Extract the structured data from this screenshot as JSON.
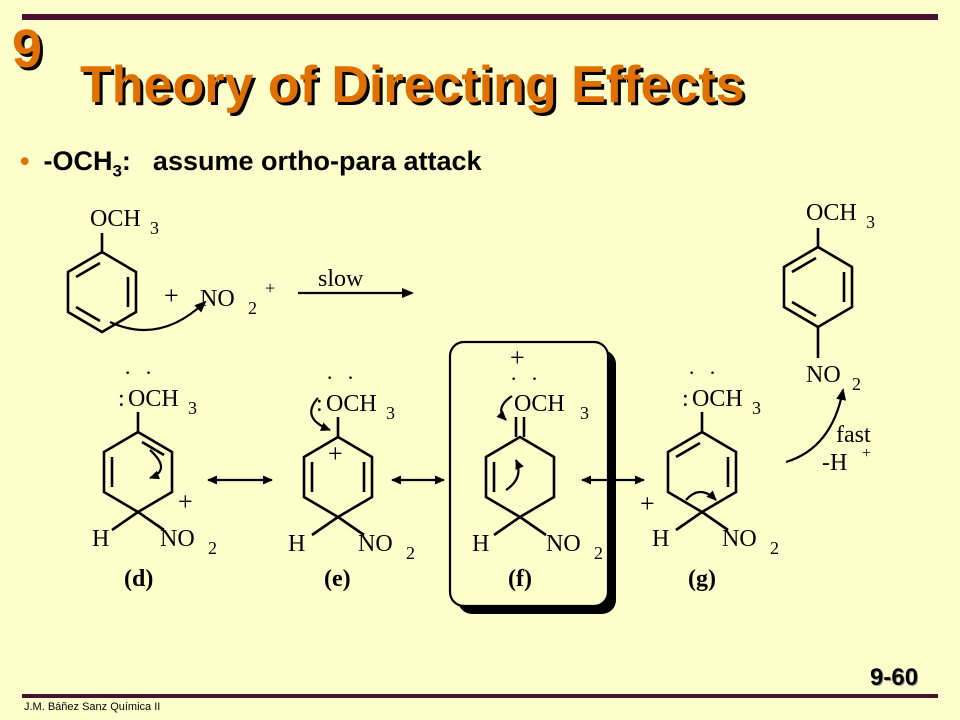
{
  "header": {
    "chapter": "9",
    "title": "Theory of Directing Effects"
  },
  "bullet": {
    "group": "-OCH",
    "group_sub": "3",
    "colon": ":",
    "text": "assume ortho-para attack"
  },
  "reaction": {
    "substituent": "OCH",
    "sub3": "3",
    "plus": "+",
    "reagent": "NO",
    "reagent_sub": "2",
    "reagent_charge": "+",
    "arrow_label": "slow",
    "product_top": "OCH",
    "product_top_sub": "3",
    "product_bottom": "NO",
    "product_bottom_sub": "2",
    "fast_label": "fast",
    "loss_label": "-H",
    "loss_charge": "+"
  },
  "intermediates": [
    {
      "label": "(d)",
      "top": "OCH",
      "top_sub": "3",
      "h": "H",
      "no": "NO",
      "no_sub": "2",
      "charge": "+",
      "lone_pair": "· ·",
      "lp_colon": ":"
    },
    {
      "label": "(e)",
      "top": "OCH",
      "top_sub": "3",
      "h": "H",
      "no": "NO",
      "no_sub": "2",
      "charge": "+",
      "lone_pair": "· ·",
      "lp_colon": ":"
    },
    {
      "label": "(f)",
      "top": "OCH",
      "top_sub": "3",
      "h": "H",
      "no": "NO",
      "no_sub": "2",
      "charge": "+",
      "lone_pair": "· ·",
      "lp_colon": ":"
    },
    {
      "label": "(g)",
      "top": "OCH",
      "top_sub": "3",
      "h": "H",
      "no": "NO",
      "no_sub": "2",
      "charge": "+",
      "lone_pair": "· ·",
      "lp_colon": ":"
    }
  ],
  "footer": {
    "slide_number": "9-60",
    "author": "J.M. Báñez Sanz Química II"
  }
}
